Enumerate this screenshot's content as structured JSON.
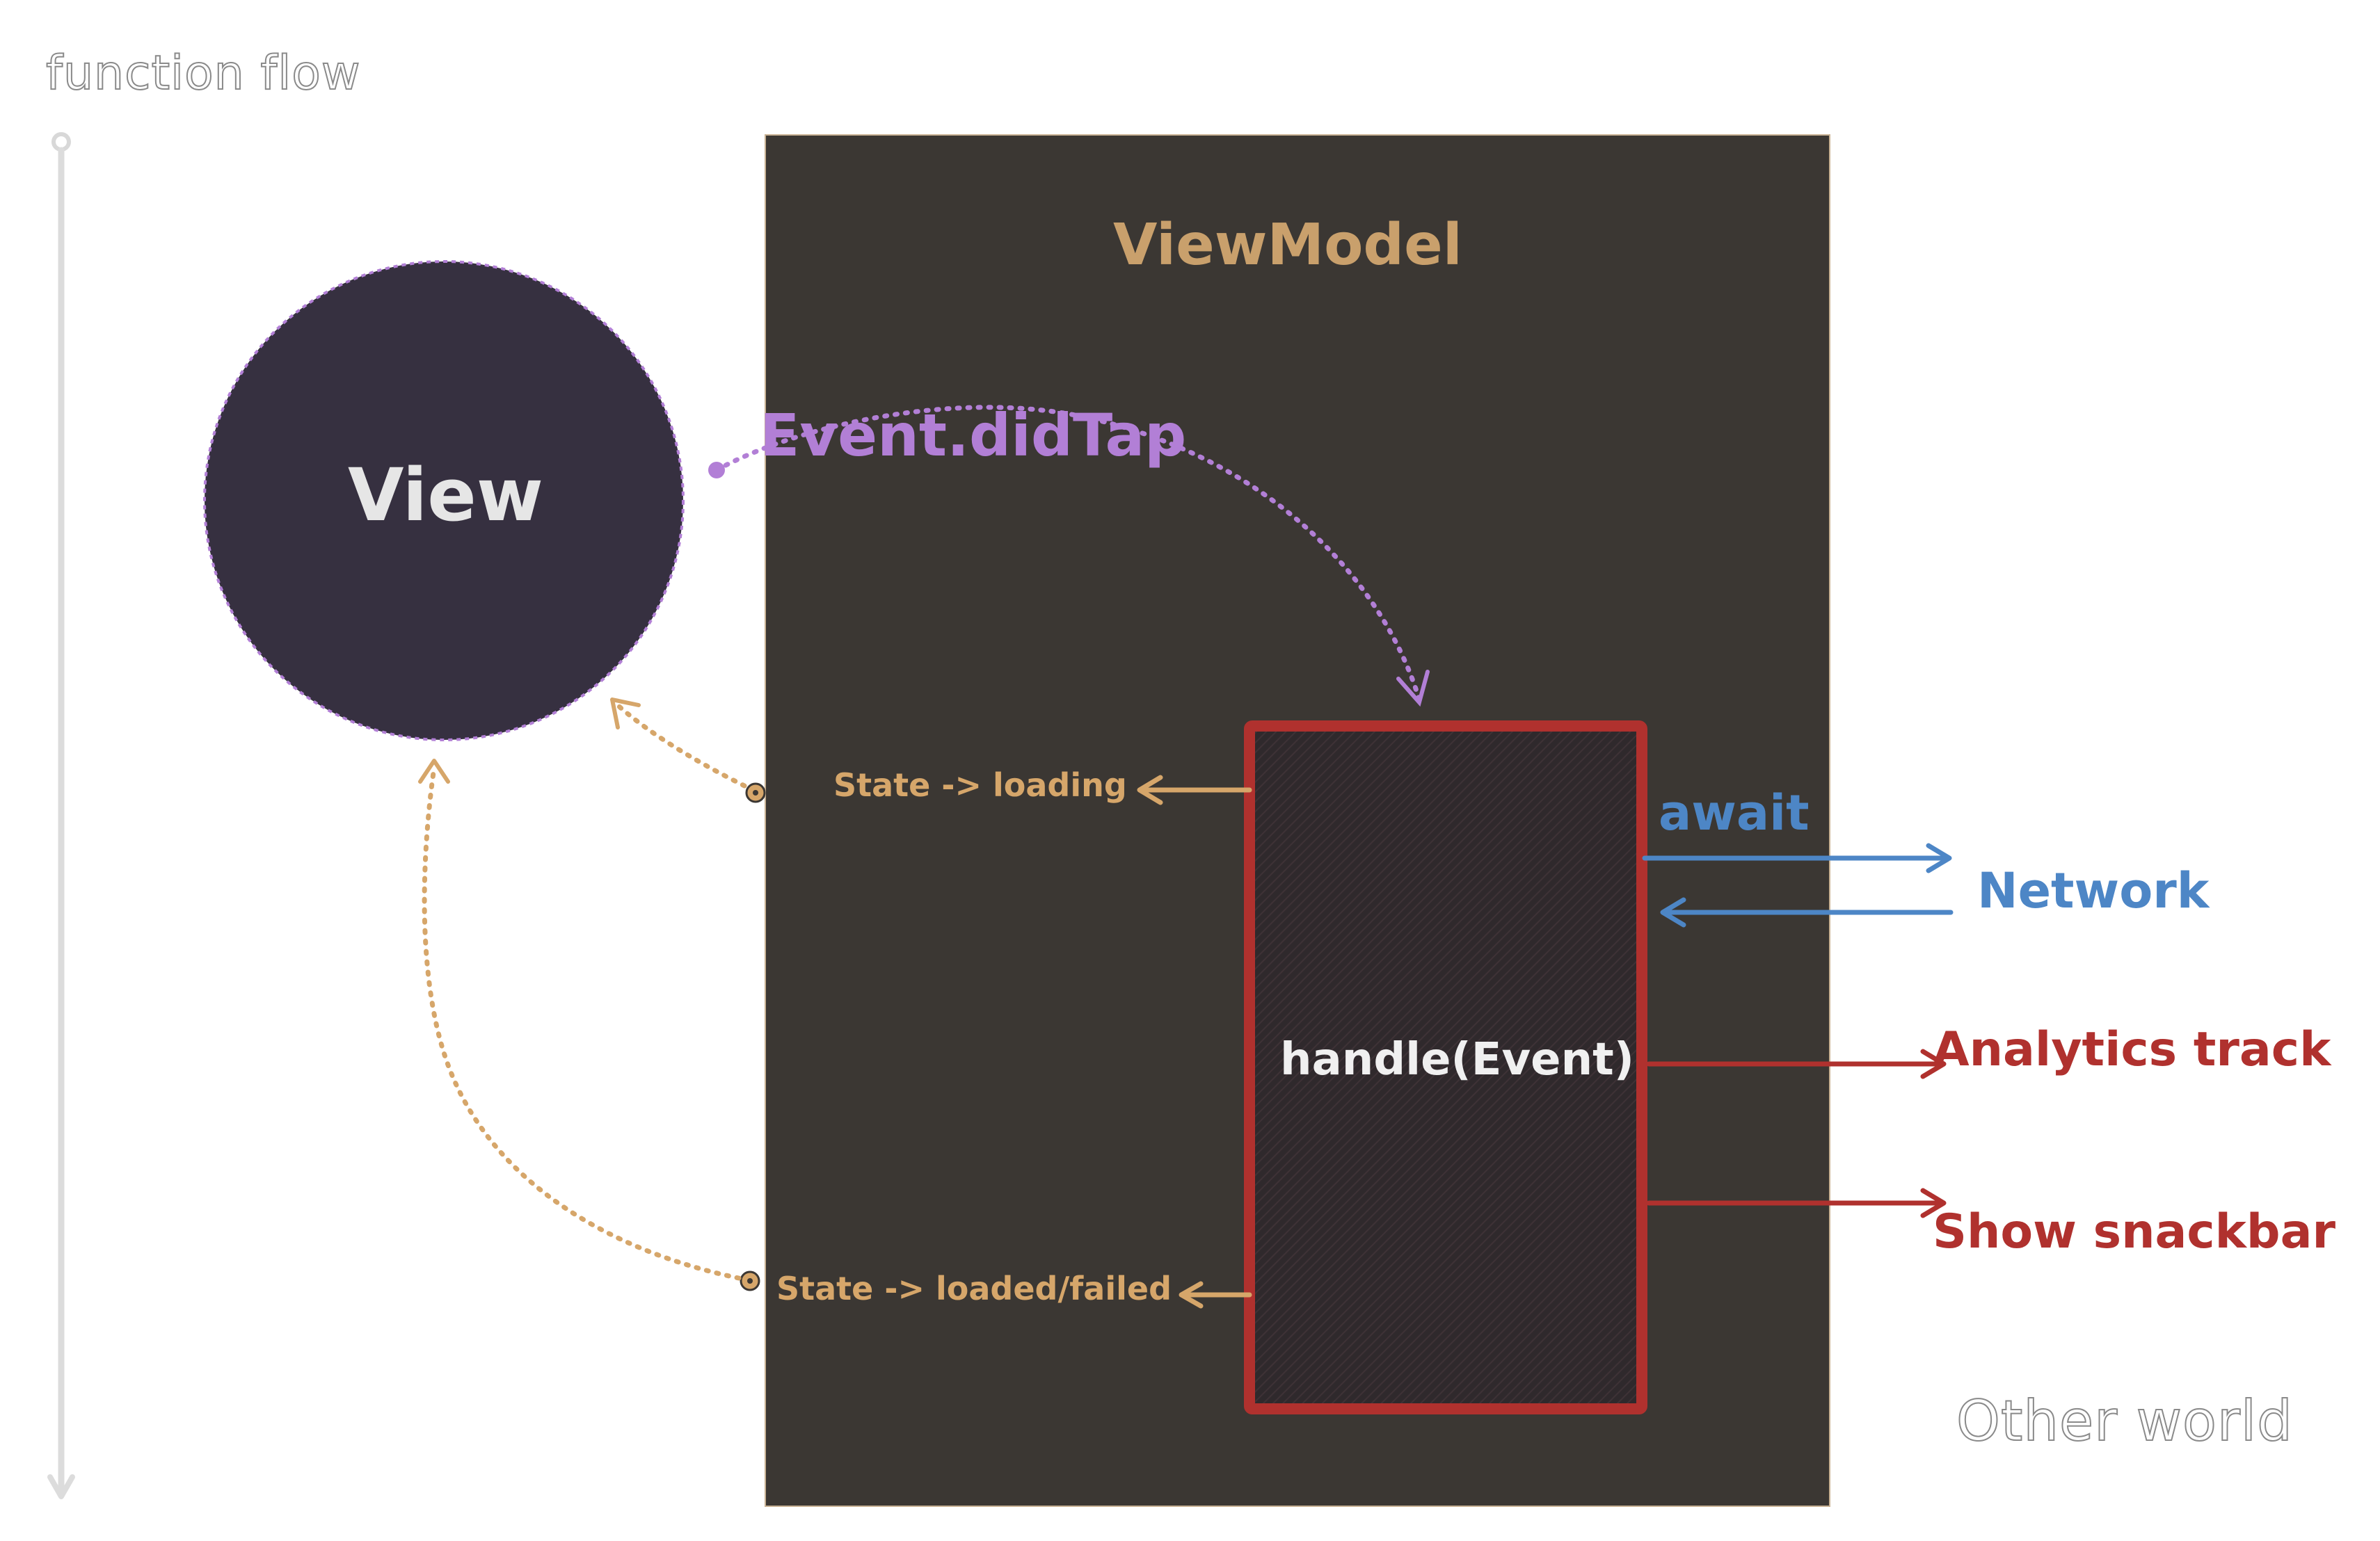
{
  "labels": {
    "function_flow": "function flow",
    "viewmodel": "ViewModel",
    "view": "View",
    "event": "Event.didTap",
    "state_loading": "State -> loading",
    "state_loaded": "State -> loaded/failed",
    "handle": "handle(Event)",
    "await": "await",
    "network": "Network",
    "analytics": "Analytics track",
    "snackbar": "Show snackbar",
    "other_world": "Other world"
  },
  "colors": {
    "viewmodel_bg": "#3b3733",
    "view_circle": "#363040",
    "event_purple": "#b27fd6",
    "state_tan": "#d6a66a",
    "handle_red": "#b0312e",
    "network_blue": "#4d86c6",
    "flow_gray": "#dcdcdc"
  }
}
